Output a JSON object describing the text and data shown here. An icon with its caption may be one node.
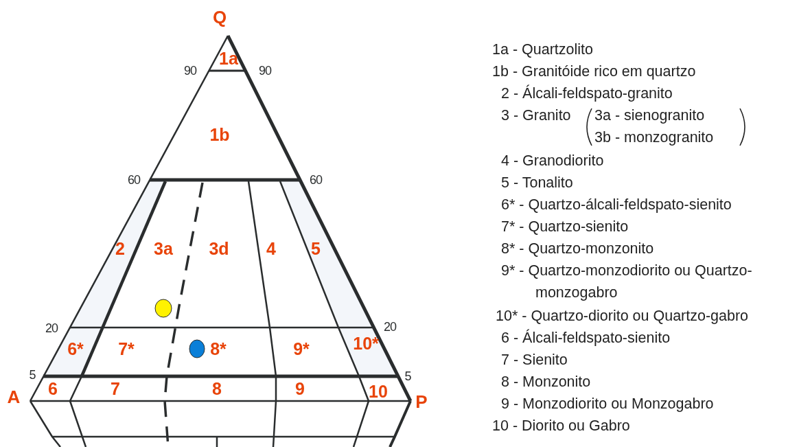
{
  "diagram": {
    "labels": [
      "Q",
      "1a",
      "90",
      "90",
      "1b",
      "60",
      "60",
      "2",
      "3a",
      "3d",
      "4",
      "5",
      "20",
      "6*",
      "7*",
      "8*",
      "9*",
      "10*",
      "20",
      "5",
      "5",
      "A",
      "6",
      "7",
      "8",
      "9",
      "10",
      "P",
      "1a - Quartzolito",
      "1b - Granitóide rico em quartzo",
      "2 - Álcali-feldspato-granito",
      "3 - Granito",
      "3a - sienogranito",
      "3b - monzogranito",
      "4 - Granodiorito",
      "5 - Tonalito",
      "6* - Quartzo-álcali-feldspato-sienito",
      "7* - Quartzo-sienito",
      "8* - Quartzo-monzonito",
      "9* - Quartzo-monzodiorito ou Quartzo-monzogabro",
      "10* - Quartzo-diorito ou Quartzo-gabro",
      "6 - Álcali-feldspato-sienito",
      "7 - Sienito",
      "8 - Monzonito",
      "9 - Monzodiorito ou Monzogabro",
      "10 - Diorito ou Gabro"
    ]
  }
}
